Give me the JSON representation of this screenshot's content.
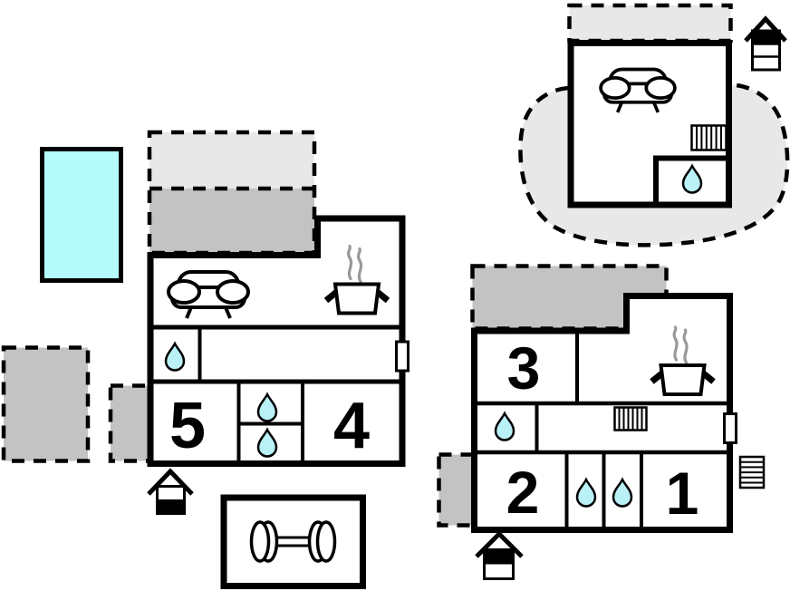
{
  "document": {
    "type": "vacation-house-floor-plan",
    "background": "#ffffff"
  },
  "colors": {
    "wall": "#000000",
    "pool_water": "#b5fbfb",
    "water_drop": "#b9f1f6",
    "terrace_light": "#e8e8e8",
    "terrace_dark": "#c3c3c3",
    "steam": "#999999"
  },
  "rooms": {
    "bedroom_1": {
      "label": "1"
    },
    "bedroom_2": {
      "label": "2"
    },
    "bedroom_3": {
      "label": "3"
    },
    "bedroom_4": {
      "label": "4"
    },
    "bedroom_5": {
      "label": "5"
    }
  },
  "icons": {
    "sofa": "sofa-icon",
    "cooking_pot": "cooking-pot-icon",
    "steam": "steam-icon",
    "water_drop": "water-drop-icon",
    "radiator": "radiator-icon",
    "stairs": "stairs-icon",
    "dumbbell": "dumbbell-icon",
    "entrance_ground_floor": "entrance-house-ground-floor-icon",
    "entrance_upper_floor": "entrance-house-upper-floor-icon",
    "entrance_top_floor": "entrance-house-top-floor-icon",
    "door_marker": "door-window-marker",
    "pool": "swimming-pool",
    "terrace": "terrace-area"
  }
}
